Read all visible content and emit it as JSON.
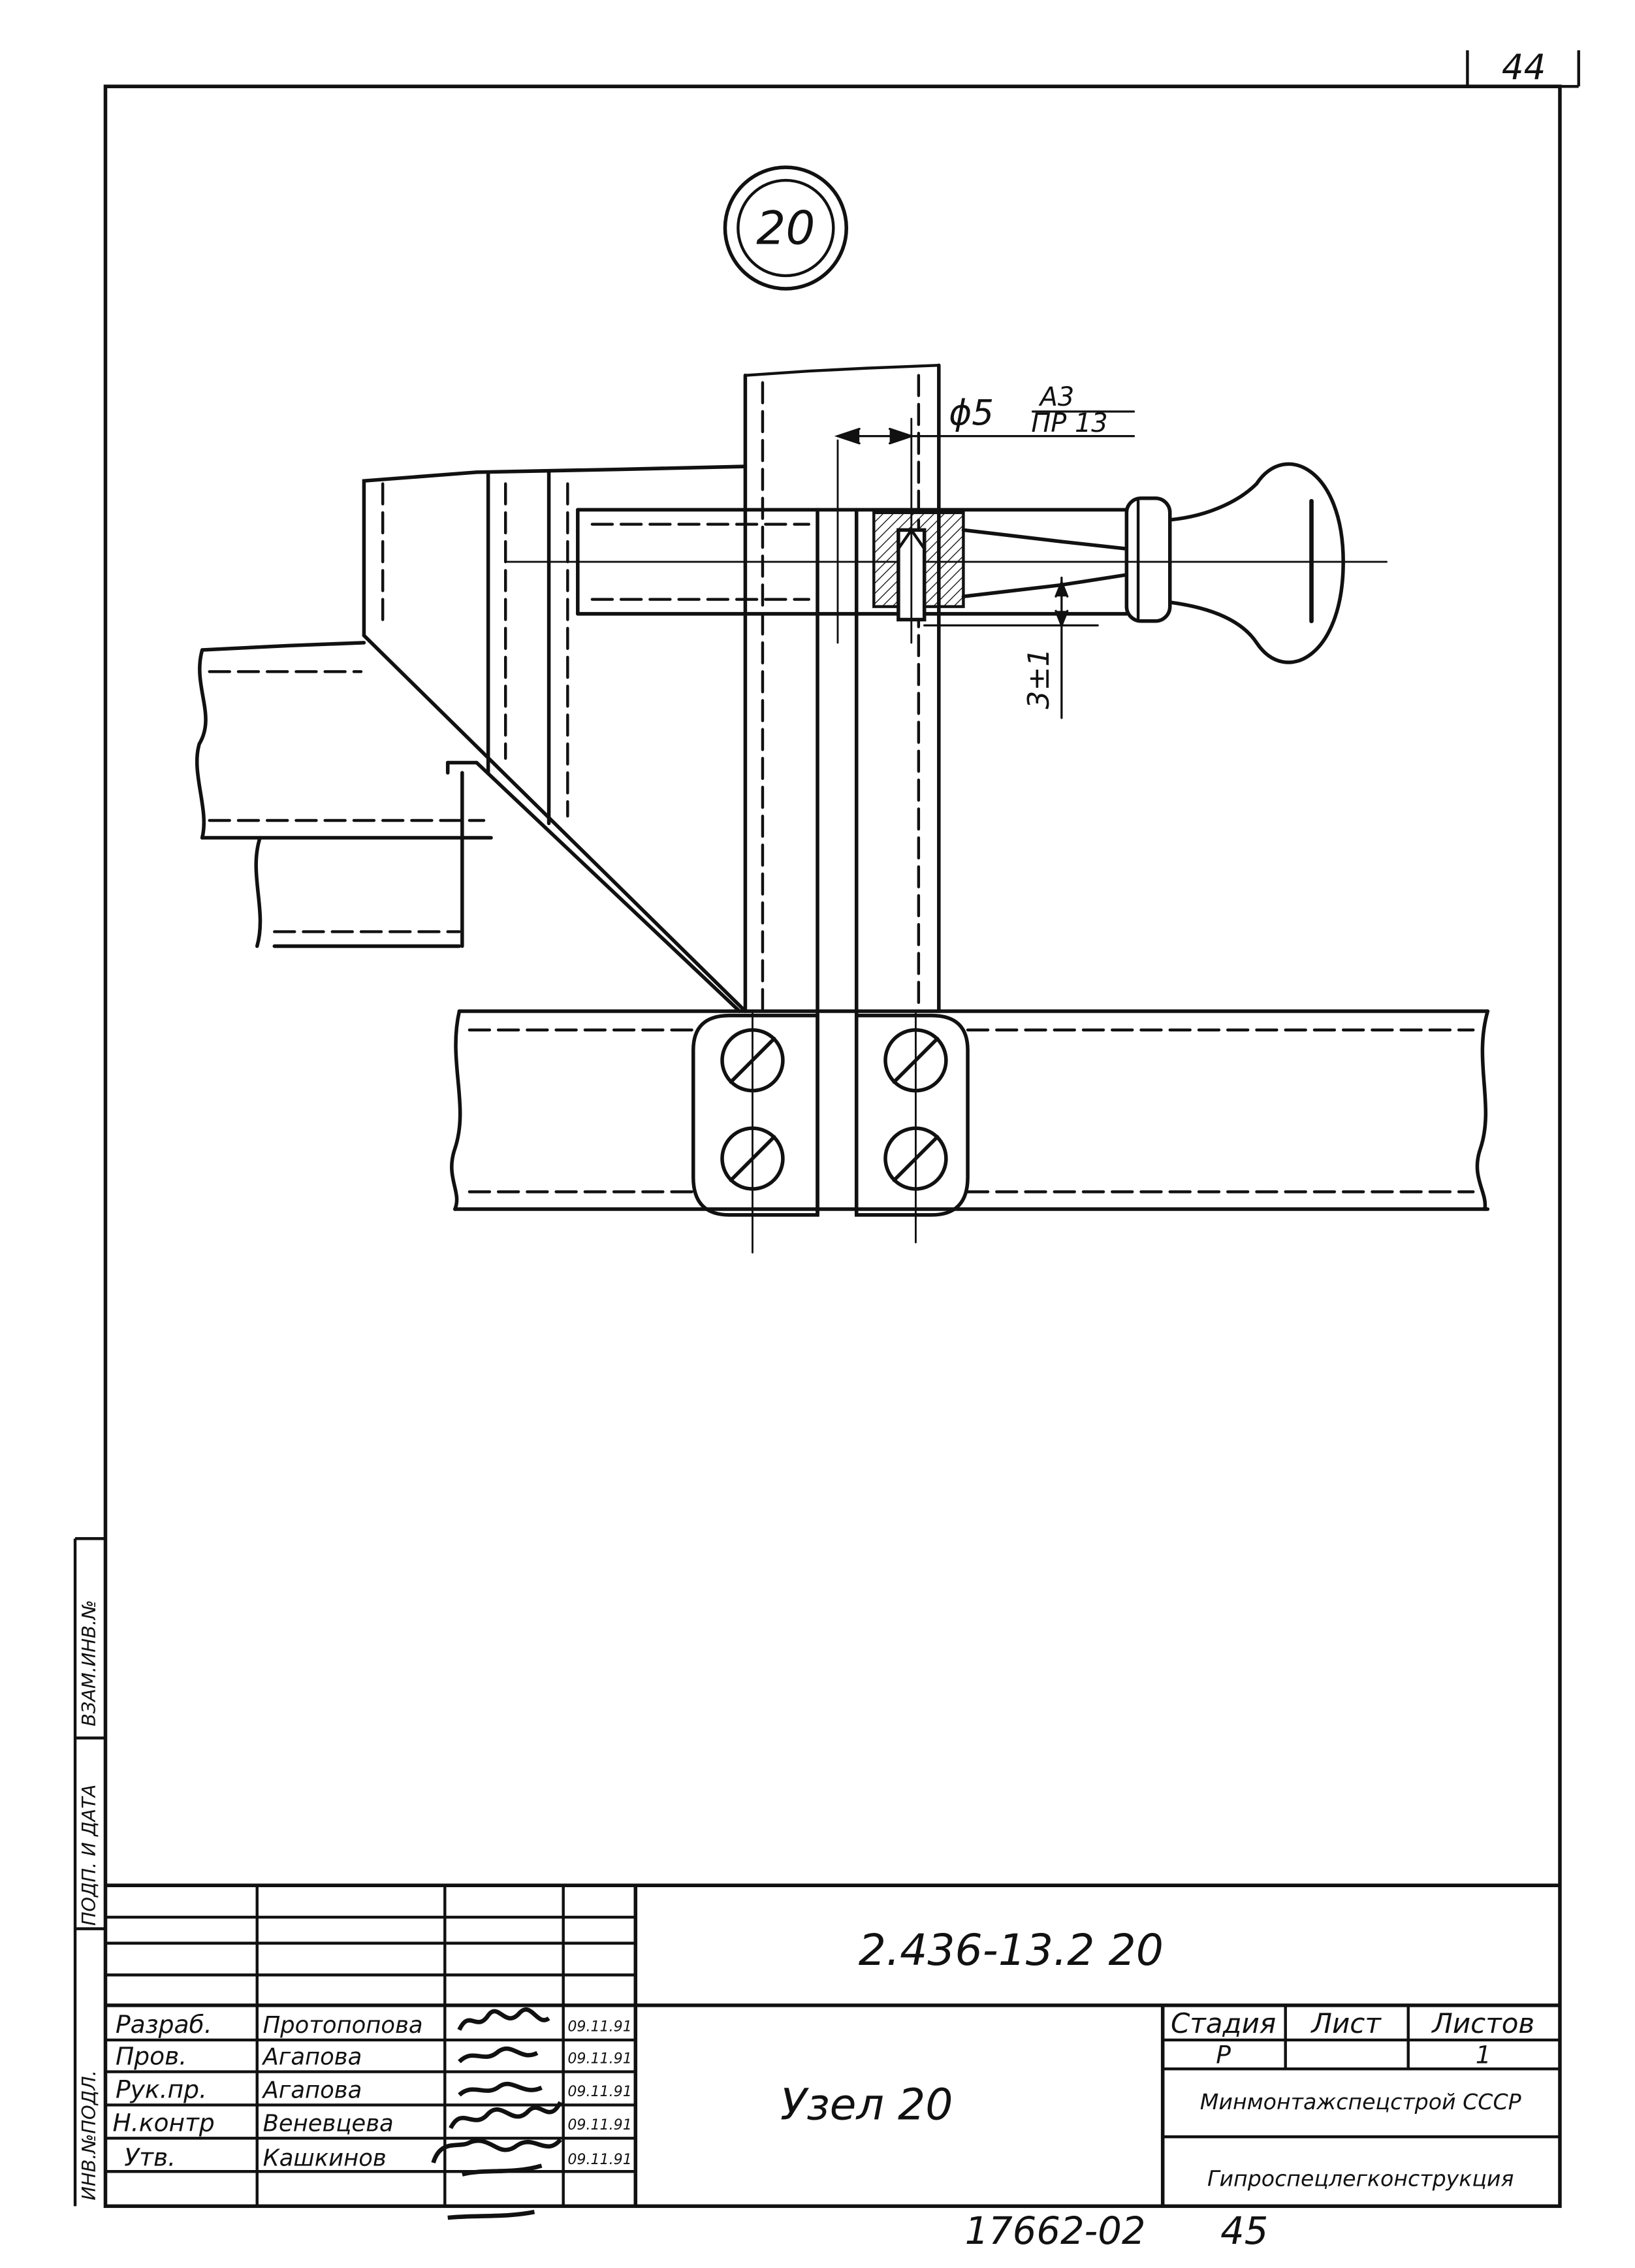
{
  "sheet": {
    "page_number": "44",
    "bottom_number": "17662-02",
    "bottom_page": "45"
  },
  "drawing": {
    "node_marker": "20",
    "hole_dim": "ϕ5",
    "fit_top": "А3",
    "fit_bottom": "ПР 13",
    "gap_dim": "3±1"
  },
  "side_stamp": {
    "field1": "ИНВ.№ПОДЛ.",
    "field2": "ПОДП. И ДАТА",
    "field3": "ВЗАМ.ИНВ.№"
  },
  "title_block": {
    "designation": "2.436-13.2 20",
    "title": "Узел 20",
    "stage_header": "Стадия",
    "sheet_header": "Лист",
    "sheets_header": "Листов",
    "stage_value": "Р",
    "sheet_value": "",
    "sheets_value": "1",
    "org1": "Минмонтажспецстрой СССР",
    "org2": "Гипроспецлегконструкция",
    "rows": [
      {
        "role": "Разраб.",
        "name": "Протопопова",
        "date": "09.11.91"
      },
      {
        "role": "Пров.",
        "name": "Агапова",
        "date": "09.11.91"
      },
      {
        "role": "Рук.пр.",
        "name": "Агапова",
        "date": "09.11.91"
      },
      {
        "role": "Н.контр",
        "name": "Веневцева",
        "date": "09.11.91"
      },
      {
        "role": "Утв.",
        "name": "Кашкинов",
        "date": "09.11.91"
      }
    ]
  }
}
